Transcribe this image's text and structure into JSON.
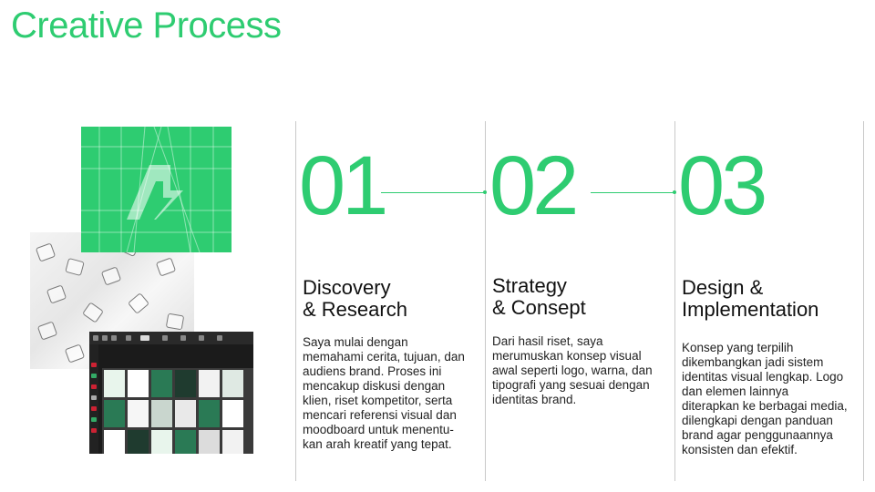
{
  "page_title": "Creative Process",
  "colors": {
    "accent": "#2ecc71",
    "divider": "#c9c9c9",
    "text": "#111111"
  },
  "steps": [
    {
      "number": "01",
      "title": "Discovery\n&  Research",
      "description": "Saya mulai dengan\nmemahami cerita, tujuan, dan\naudiens brand. Proses ini\nmencakup diskusi dengan\nklien, riset kompetitor, serta\nmencari referensi visual dan\nmoodboard untuk menentu-\nkan arah kreatif yang tepat."
    },
    {
      "number": "02",
      "title": "Strategy\n& Consept",
      "description": "Dari hasil riset, saya\nmerumuskan konsep visual\nawal seperti logo, warna, dan\ntipografi yang sesuai dengan\nidentitas brand."
    },
    {
      "number": "03",
      "title": "Design  &\nImplementation",
      "description": "Konsep yang terpilih\ndikembangkan jadi sistem\nidentitas visual lengkap. Logo\ndan elemen lainnya\nditerapkan ke berbagai media,\ndilengkapi dengan panduan\nbrand agar penggunaannya\nkonsisten dan efektif."
    }
  ]
}
